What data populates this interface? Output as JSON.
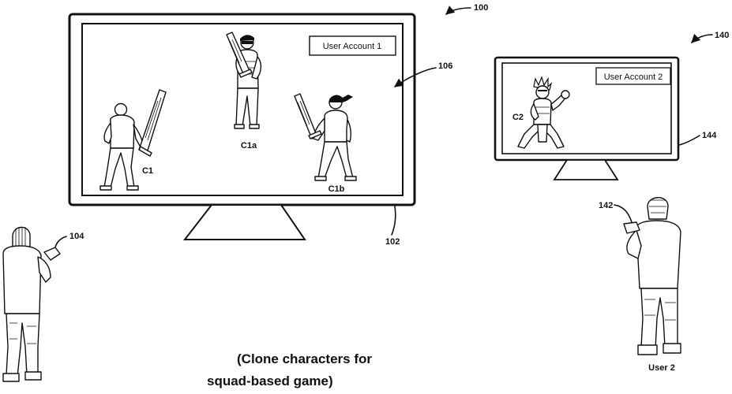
{
  "figure": {
    "ref_system_main": "100",
    "ref_system_second": "140",
    "ref_display_main": "102",
    "ref_screen_main": "106",
    "ref_user1_controller": "104",
    "ref_display_second": "144",
    "ref_user2_controller": "142",
    "user_account_1": "User Account 1",
    "user_account_2": "User Account 2",
    "characters": {
      "c1": "C1",
      "c1a": "C1a",
      "c1b": "C1b",
      "c2": "C2"
    },
    "user2_label": "User 2",
    "caption_line1": "(Clone characters for",
    "caption_line2": "squad-based game)"
  }
}
